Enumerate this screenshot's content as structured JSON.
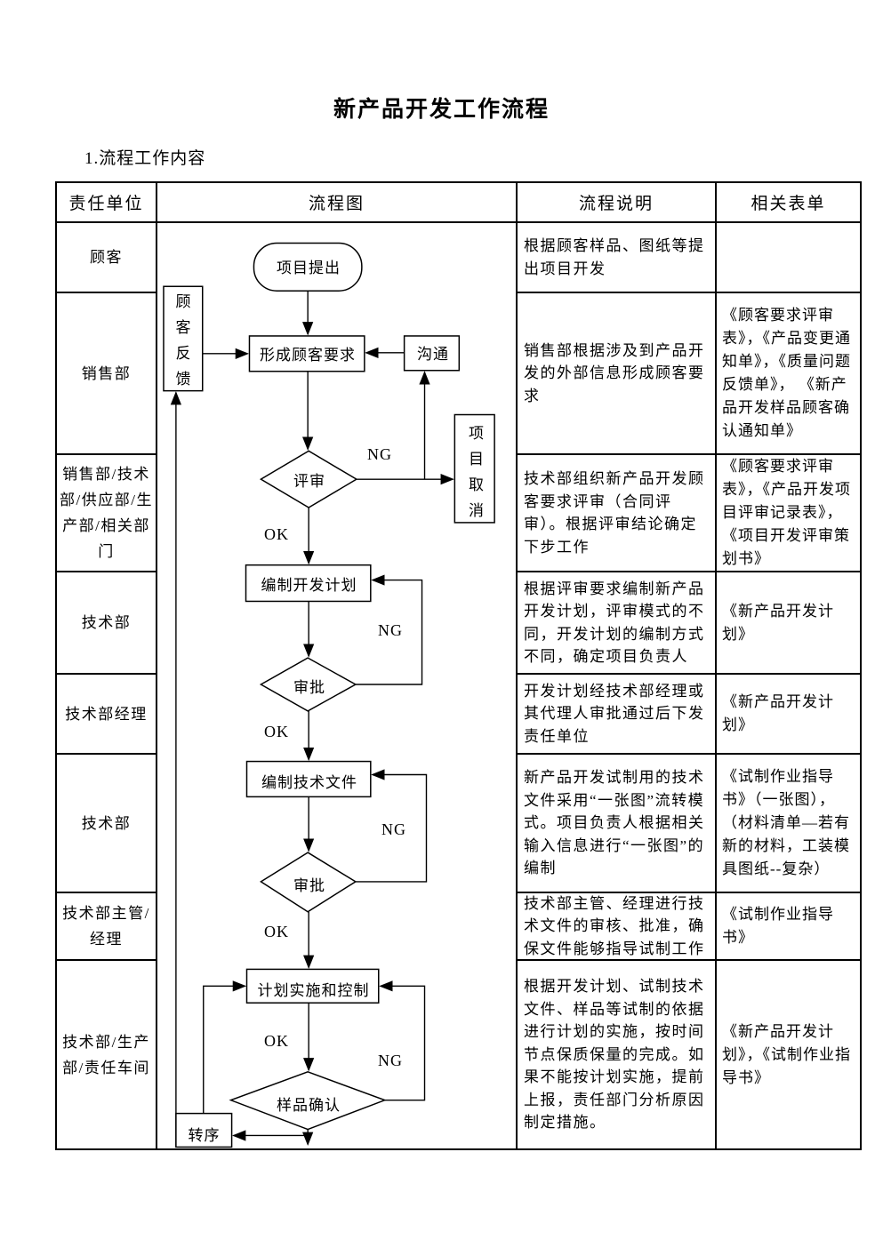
{
  "page": {
    "title": "新产品开发工作流程",
    "section": "1.流程工作内容"
  },
  "table": {
    "headers": [
      "责任单位",
      "流程图",
      "流程说明",
      "相关表单"
    ],
    "rows": [
      {
        "unit": "顾客",
        "desc": "根据顾客样品、图纸等提出项目开发",
        "forms": ""
      },
      {
        "unit": "销售部",
        "desc": "销售部根据涉及到产品开发的外部信息形成顾客要求",
        "forms": "《顾客要求评审表》，《产品变更通知单》，《质量问题反馈单》， 《新产品开发样品顾客确认通知单》"
      },
      {
        "unit": "销售部/技术部/供应部/生产部/相关部门",
        "desc": "技术部组织新产品开发顾客要求评审（合同评审）。根据评审结论确定下步工作",
        "forms": "《顾客要求评审表》，《产品开发项目评审记录表》，《项目开发评审策划书》"
      },
      {
        "unit": "技术部",
        "desc": "根据评审要求编制新产品开发计划，评审模式的不同，开发计划的编制方式不同，确定项目负责人",
        "forms": "《新产品开发计划》"
      },
      {
        "unit": "技术部经理",
        "desc": "开发计划经技术部经理或其代理人审批通过后下发责任单位",
        "forms": "《新产品开发计划》"
      },
      {
        "unit": "技术部",
        "desc": "新产品开发试制用的技术文件采用“一张图”流转模式。项目负责人根据相关输入信息进行“一张图”的编制",
        "forms": "《试制作业指导书》（一张图）， （材料清单—若有新的材料，工装模具图纸--复杂）"
      },
      {
        "unit": "技术部主管/经理",
        "desc": "技术部主管、经理进行技术文件的审核、批准，确保文件能够指导试制工作",
        "forms": "《试制作业指导书》"
      },
      {
        "unit": "技术部/生产部/责任车间",
        "desc": "根据开发计划、试制技术文件、样品等试制的依据进行计划的实施，按时间节点保质保量的完成。如果不能按计划实施，提前上报，责任部门分析原因制定措施。",
        "forms": "《新产品开发计划》，《试制作业指导书》"
      }
    ]
  },
  "flowchart": {
    "ok_label": "OK",
    "ng_label": "NG",
    "nodes": {
      "start": "项目提出",
      "customer_feedback": "顾客反馈",
      "form_requirements": "形成顾客要求",
      "communicate": "沟通",
      "project_cancel": "项目取消",
      "review": "评审",
      "make_dev_plan": "编制开发计划",
      "approve1": "审批",
      "make_tech_docs": "编制技术文件",
      "approve2": "审批",
      "plan_implement": "计划实施和控制",
      "sample_confirm": "样品确认",
      "transfer": "转序"
    }
  }
}
